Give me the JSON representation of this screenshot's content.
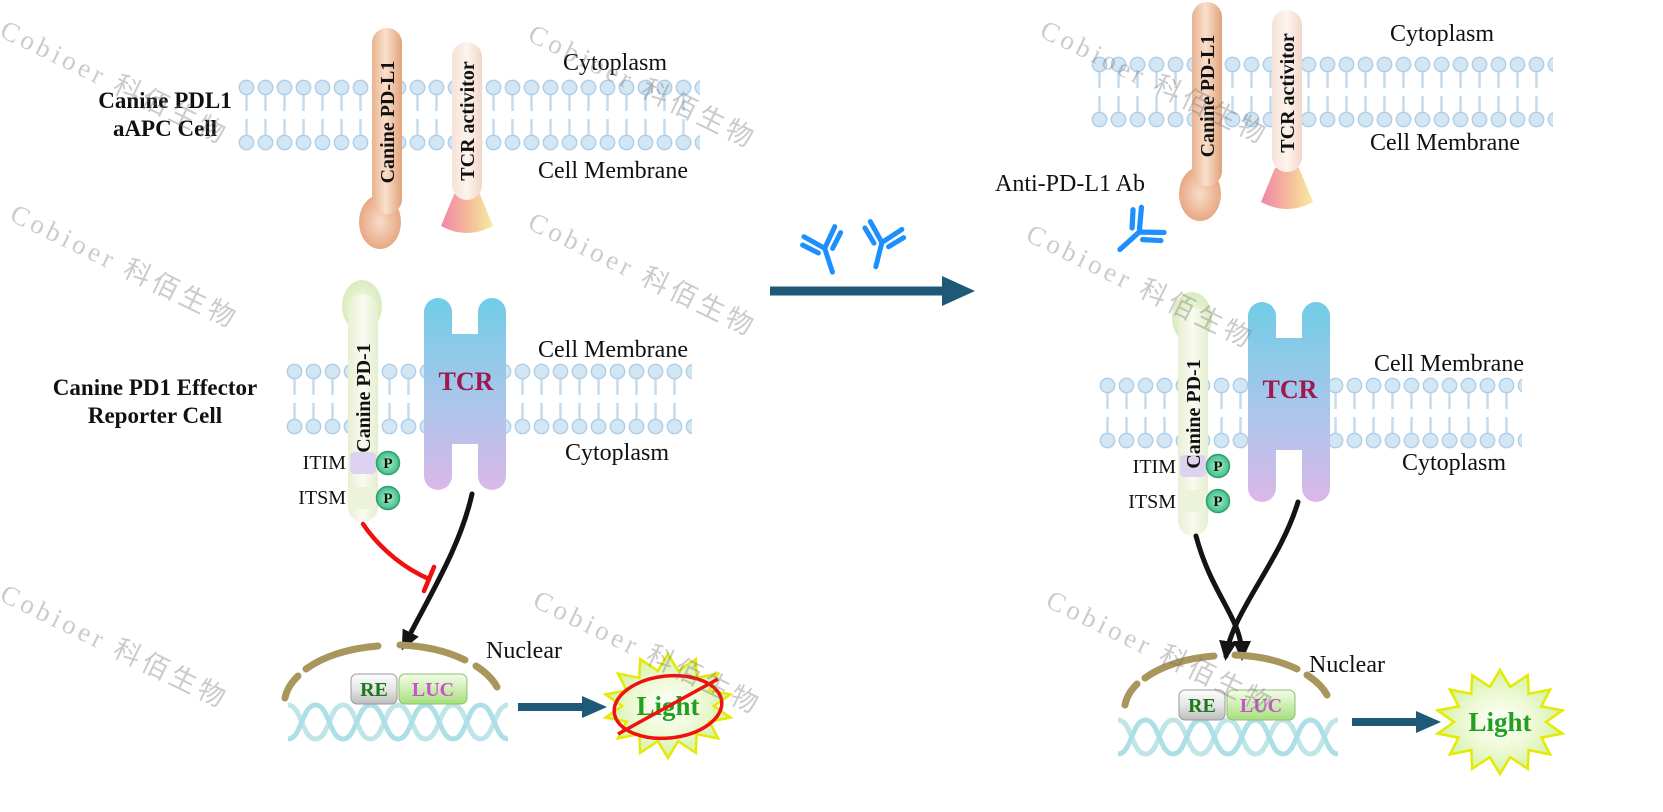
{
  "watermark": {
    "text": "Cobioer 科佰生物"
  },
  "labels": {
    "apc_cell_line1": "Canine PDL1",
    "apc_cell_line2": "aAPC Cell",
    "effector_cell_line1": "Canine PD1 Effector",
    "effector_cell_line2": "Reporter Cell",
    "cytoplasm": "Cytoplasm",
    "cell_membrane": "Cell Membrane",
    "canine_pdl1": "Canine PD-L1",
    "tcr_activator": "TCR activitor",
    "canine_pd1": "Canine PD-1",
    "tcr": "TCR",
    "itim": "ITIM",
    "itsm": "ITSM",
    "phospho": "P",
    "nuclear": "Nuclear",
    "re": "RE",
    "luc": "LUC",
    "light": "Light",
    "anti_pdl1_ab": "Anti-PD-L1 Ab"
  },
  "colors": {
    "membrane_head": "#d3e6f4",
    "antibody_blue": "#1d8fff",
    "arrow_teal": "#1e5a78",
    "inhibition_red": "#ee1111",
    "tcr_text": "#a01850",
    "tcr_activator_text": "#b5356a",
    "re_text": "#1a7a1a",
    "luc_text": "#cc4fd0",
    "light_text": "#1fa01f",
    "nuclear_envelope": "#a8965c",
    "phospho_green": "#41bd88"
  }
}
